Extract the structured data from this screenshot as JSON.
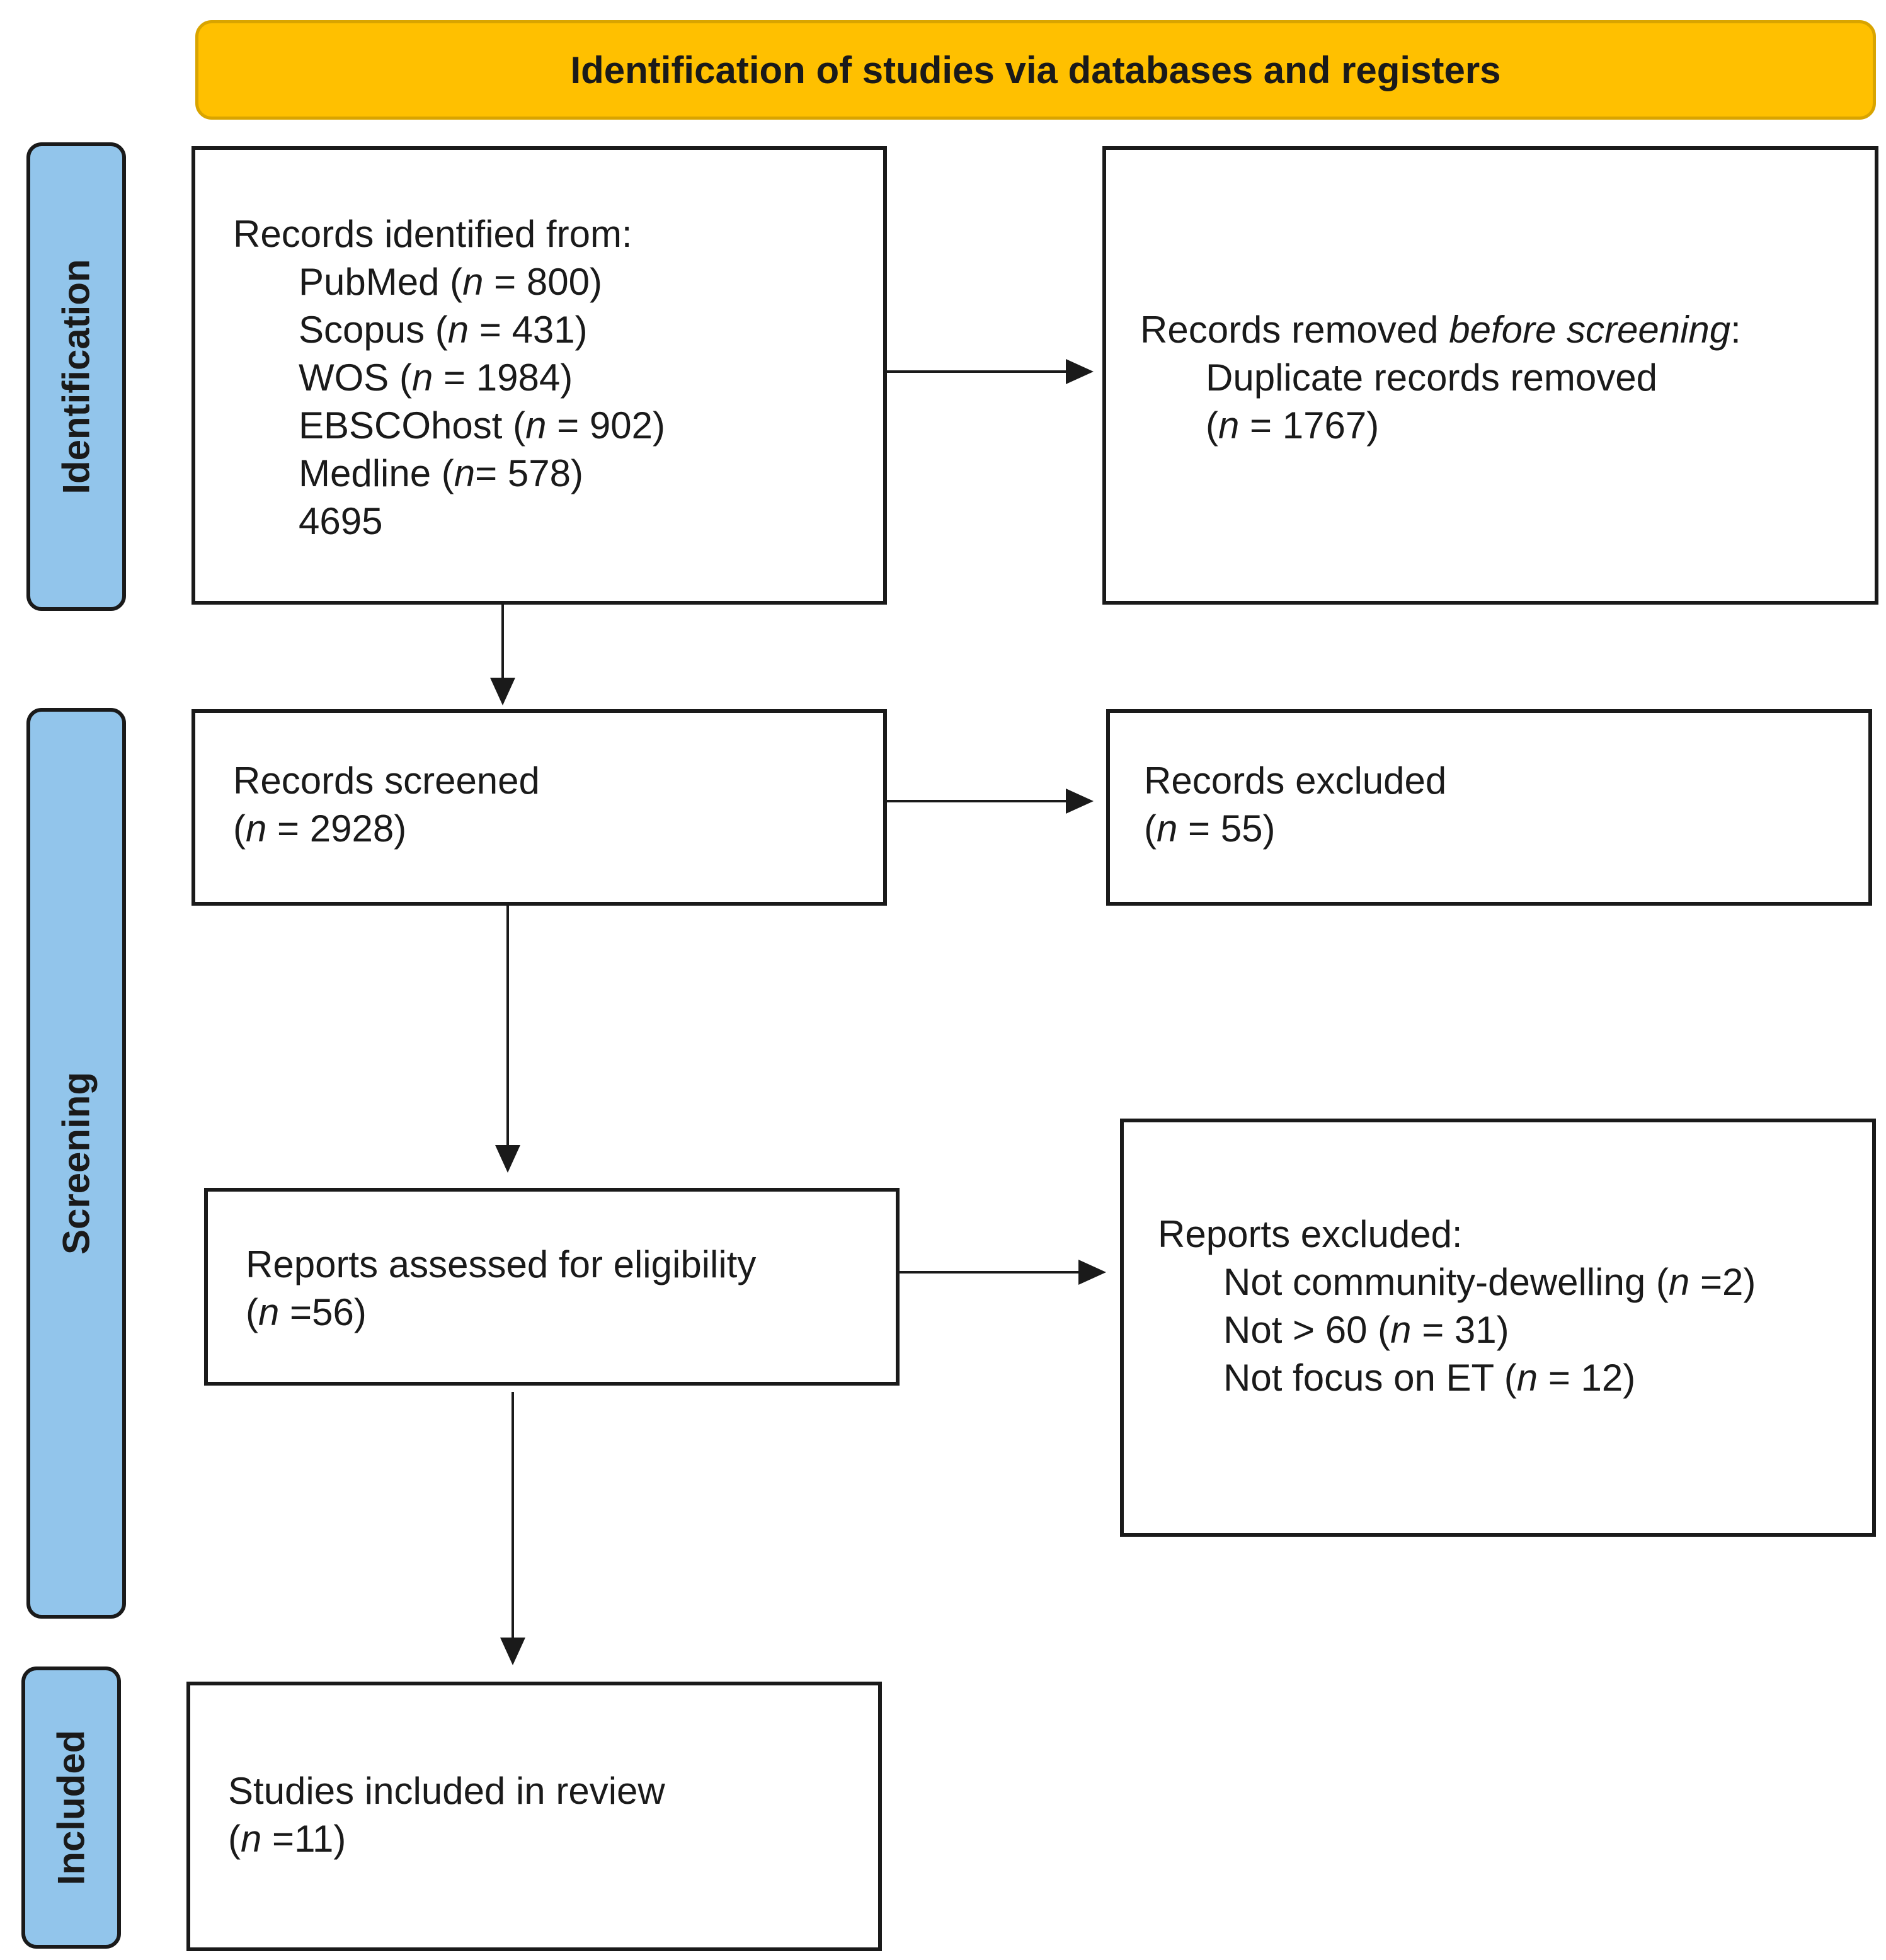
{
  "header": {
    "title": "Identification of studies via databases and registers"
  },
  "phases": {
    "identification": "Identification",
    "screening": "Screening",
    "included": "Included"
  },
  "records_identified": {
    "title": "Records identified from:",
    "sources": [
      {
        "name": "PubMed",
        "count": "800"
      },
      {
        "name": "Scopus",
        "count": "431"
      },
      {
        "name": "WOS",
        "count": "1984"
      },
      {
        "name": "EBSCOhost",
        "count": "902"
      },
      {
        "name": "Medline",
        "count": "578"
      }
    ],
    "total": "4695"
  },
  "records_removed": {
    "title_prefix": "Records removed ",
    "title_emph": "before screening",
    "title_suffix": ":",
    "item": "Duplicate records removed",
    "count": "1767"
  },
  "records_screened": {
    "title": "Records screened",
    "count": "2928"
  },
  "records_excluded": {
    "title": "Records excluded",
    "count": "55"
  },
  "reports_assessed": {
    "title": "Reports assessed for eligibility",
    "count": "56"
  },
  "reports_excluded": {
    "title": "Reports excluded:",
    "reasons": [
      {
        "label": "Not community-dewelling",
        "count": "2"
      },
      {
        "label": "Not > 60",
        "count": "31"
      },
      {
        "label": "Not focus on ET",
        "count": "12"
      }
    ]
  },
  "studies_included": {
    "title": "Studies included in review",
    "count": "11"
  }
}
